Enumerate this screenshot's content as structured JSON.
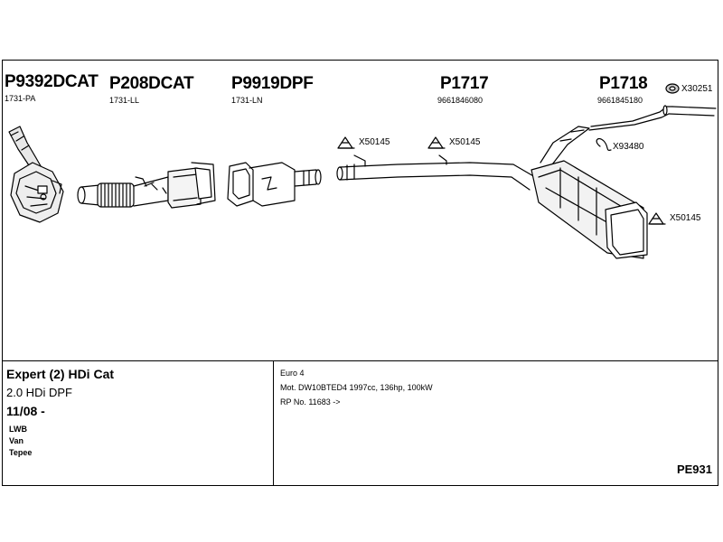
{
  "parts": [
    {
      "number": "P9392DCAT",
      "sub": "1731-PA"
    },
    {
      "number": "P208DCAT",
      "sub": "1731-LL"
    },
    {
      "number": "P9919DPF",
      "sub": "1731-LN"
    },
    {
      "number": "P1717",
      "sub": "9661846080"
    },
    {
      "number": "P1718",
      "sub": "9661845180"
    }
  ],
  "clamps": [
    "X50145",
    "X50145",
    "X30251",
    "X93480",
    "X50145"
  ],
  "vehicle": {
    "title": "Expert (2) HDi Cat",
    "engine": "2.0 HDi DPF",
    "date": "11/08 -",
    "bodies": [
      "LWB",
      "Van",
      "Tepee"
    ]
  },
  "specs": [
    "Euro 4",
    "Mot. DW10BTED4 1997cc, 136hp, 100kW",
    "RP No. 11683 ->"
  ],
  "code": "PE931"
}
